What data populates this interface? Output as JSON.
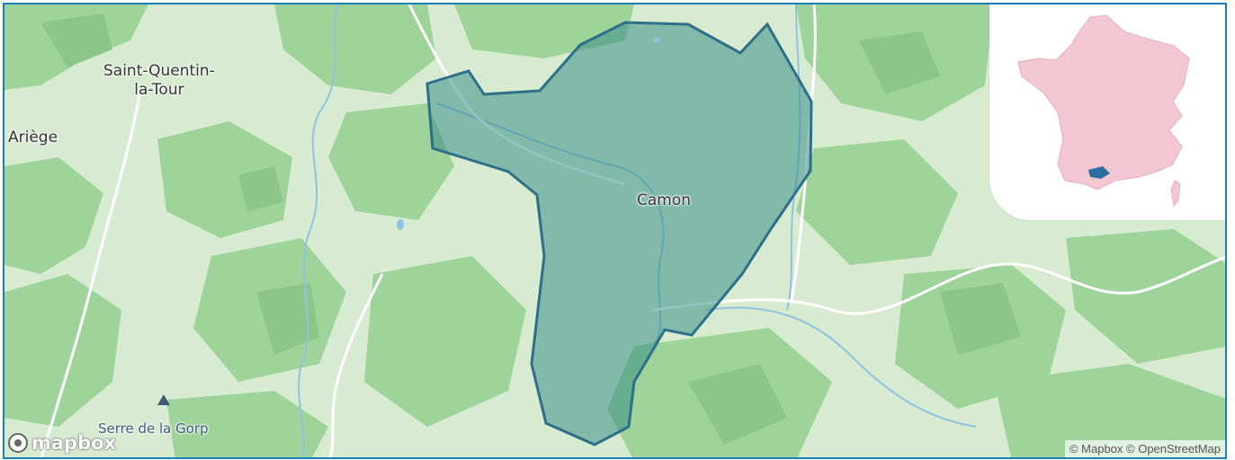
{
  "map": {
    "places": [
      {
        "id": "saint-quentin",
        "label_line1": "Saint-Quentin-",
        "label_line2": "la-Tour"
      },
      {
        "id": "ariege",
        "label": "Ariège"
      },
      {
        "id": "camon",
        "label": "Camon"
      },
      {
        "id": "serre-gorp",
        "label": "Serre de la Gorp"
      }
    ],
    "highlight_color": "#3b8f8a",
    "highlight_stroke": "#2e6f8a",
    "terrain_colors": {
      "forest": "#9ed39a",
      "forest_dark": "#8cc689",
      "light": "#d7ebd0",
      "river": "#8fc3e0",
      "road": "#ffffff"
    },
    "icons": {
      "peak": "mountain-peak-icon"
    }
  },
  "inset": {
    "country_color": "#f3c6d4",
    "highlight_color": "#2a6fa0"
  },
  "branding": {
    "logo_text": "mapbox",
    "attribution": "© Mapbox © OpenStreetMap"
  }
}
